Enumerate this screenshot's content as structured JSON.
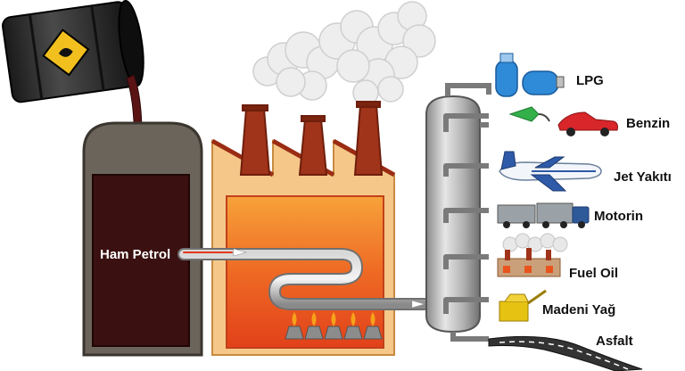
{
  "crude_label": "Ham Petrol",
  "products": [
    {
      "label": "LPG",
      "icon": "gas-cylinder-icon"
    },
    {
      "label": "Benzin",
      "icon": "fuel-pump-car-icon"
    },
    {
      "label": "Jet Yakıtı",
      "icon": "airplane-icon"
    },
    {
      "label": "Motorin",
      "icon": "truck-icon"
    },
    {
      "label": "Fuel Oil",
      "icon": "factory-icon"
    },
    {
      "label": "Madeni Yağ",
      "icon": "oil-can-icon"
    },
    {
      "label": "Asfalt",
      "icon": "road-icon"
    }
  ],
  "colors": {
    "barrel": "#2a2a2a",
    "crude": "#3a1010",
    "factory_wall": "#f5c88a",
    "furnace": "#e8541c",
    "chimney": "#a0341a",
    "column": "#b8b8b8",
    "pipe": "#a8a8a8",
    "smoke": "#eeeeee"
  }
}
